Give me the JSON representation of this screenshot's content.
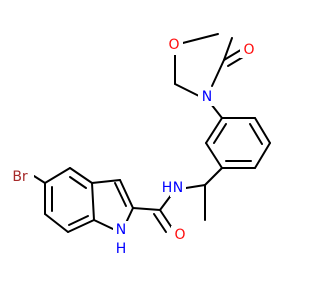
{
  "molecule": {
    "atom_labels": {
      "oxazolidinone_ring_oxygen": "O",
      "carbonyl_oxygen_ring": "O",
      "oxazolidinone_nitrogen": "N",
      "amide_nitrogen": "N",
      "amide_hydrogen": "H",
      "amide_carbonyl_oxygen": "O",
      "indole_nitrogen": "N",
      "indole_hydrogen": "H",
      "bromine": "Br"
    },
    "colors": {
      "oxygen": "#ff0d0d",
      "nitrogen": "#0000ff",
      "bromine": "#a62929",
      "bond": "#000000"
    }
  }
}
